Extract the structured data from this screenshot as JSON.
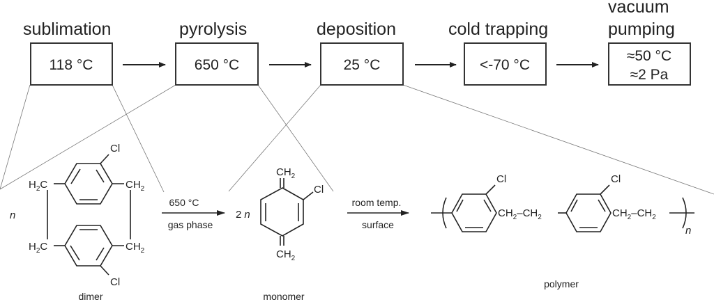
{
  "process": {
    "stages": [
      {
        "title": "sublimation",
        "value": "118 °C"
      },
      {
        "title": "pyrolysis",
        "value": "650 °C"
      },
      {
        "title": "deposition",
        "value": "25 °C"
      },
      {
        "title": "cold trapping",
        "value": "<-70 °C"
      },
      {
        "title_line1": "vacuum",
        "title_line2": "pumping",
        "value_line1": "≈50 °C",
        "value_line2": "≈2 Pa"
      }
    ]
  },
  "reaction": {
    "dimer": {
      "coefficient": "n",
      "h2c": "H",
      "c": "C",
      "ch": "CH",
      "sub2": "2",
      "cl": "Cl",
      "name": "dimer"
    },
    "step1": {
      "above": "650 °C",
      "below": "gas phase"
    },
    "monomer": {
      "coefficient": "2",
      "coefficient_var": "n",
      "ch": "CH",
      "sub2": "2",
      "cl": "Cl",
      "name": "monomer"
    },
    "step2": {
      "above": "room temp.",
      "below": "surface"
    },
    "polymer": {
      "ch": "CH",
      "sub2": "2",
      "dash": "–",
      "cl": "Cl",
      "repeat": "n",
      "name": "polymer"
    }
  }
}
